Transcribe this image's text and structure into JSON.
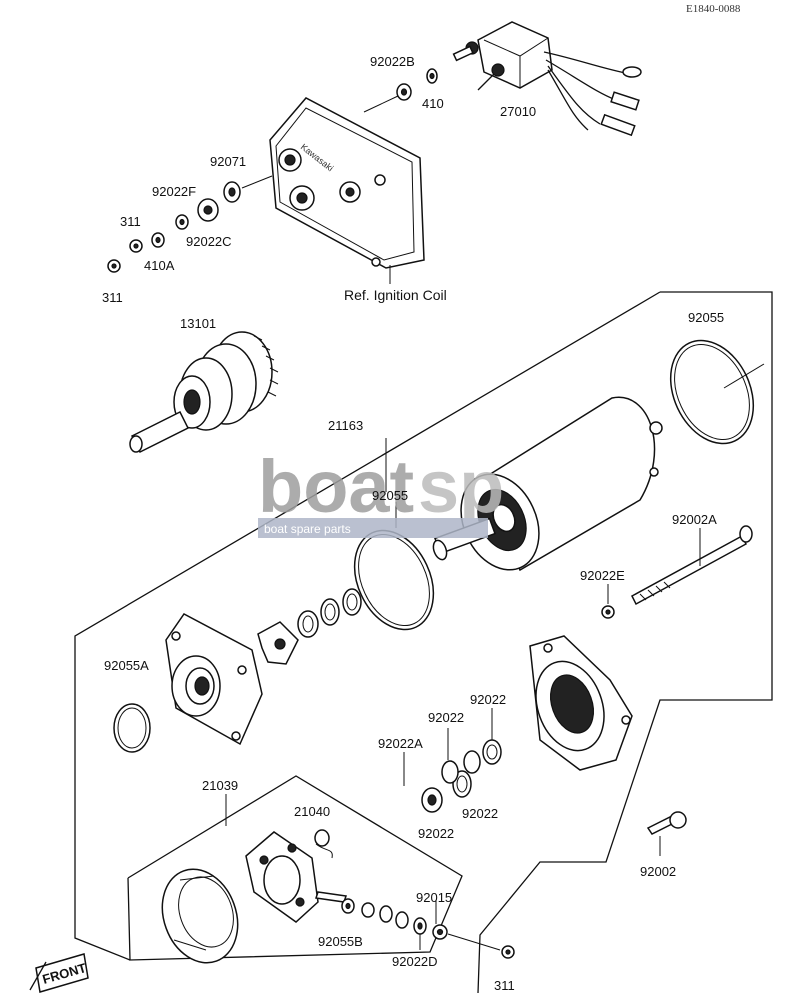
{
  "drawing_code": "E1840-0088",
  "reference_note": "Ref. Ignition Coil",
  "brand_on_cover": "Kawasaki",
  "front_marker": "FRONT",
  "watermark": {
    "main_left": "boat",
    "main_right": "sp",
    "tagline": "boat spare parts"
  },
  "parts": {
    "p92022B": "92022B",
    "p410_top": "410",
    "p27010": "27010",
    "p92071": "92071",
    "p92022F": "92022F",
    "p311_a": "311",
    "p92022C": "92022C",
    "p410A": "410A",
    "p311_b": "311",
    "p13101": "13101",
    "p92055_top": "92055",
    "p21163": "21163",
    "p92055_mid": "92055",
    "p92002A": "92002A",
    "p92022E": "92022E",
    "p92055A": "92055A",
    "p92022_r1": "92022",
    "p92022_r2": "92022",
    "p92022A": "92022A",
    "p92022_r3": "92022",
    "p92022_r4": "92022",
    "p21039": "21039",
    "p21040": "21040",
    "p92002": "92002",
    "p92015": "92015",
    "p92055B": "92055B",
    "p92022D": "92022D",
    "p311_c": "311"
  }
}
